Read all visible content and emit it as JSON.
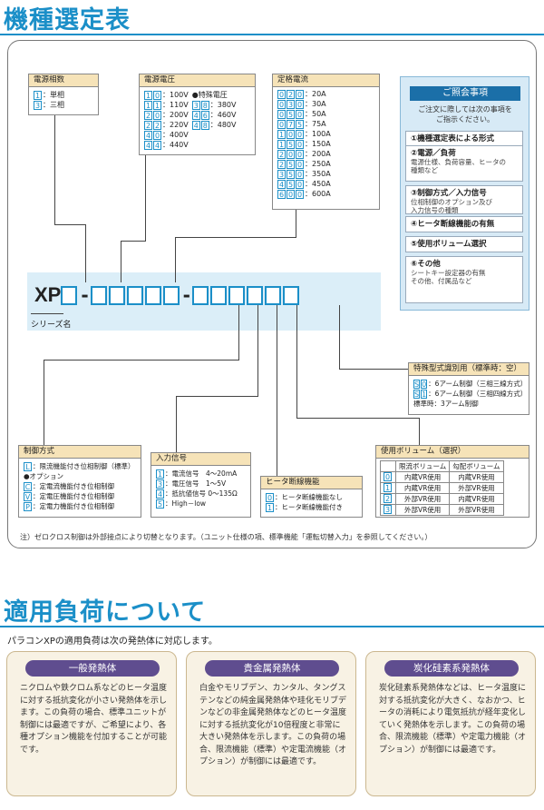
{
  "section1": {
    "title": "機種選定表"
  },
  "section2": {
    "title": "適用負荷について",
    "subtitle": "パラコンXPの適用負荷は次の発熱体に対応します。"
  },
  "model": {
    "prefix": "XP",
    "series_label": "シリーズ名"
  },
  "power_phase": {
    "title": "電源相数",
    "items": [
      {
        "code": "1",
        "label": "：単相"
      },
      {
        "code": "3",
        "label": "：三相"
      }
    ]
  },
  "voltage": {
    "title": "電源電圧",
    "items": [
      {
        "code1": "1",
        "code2": "0",
        "label": "：100V"
      },
      {
        "code1": "1",
        "code2": "1",
        "label": "：110V"
      },
      {
        "code1": "2",
        "code2": "0",
        "label": "：200V"
      },
      {
        "code1": "2",
        "code2": "2",
        "label": "：220V"
      },
      {
        "code1": "4",
        "code2": "0",
        "label": "：400V"
      },
      {
        "code1": "4",
        "code2": "4",
        "label": "：440V"
      }
    ],
    "special_title": "●特殊電圧",
    "special_items": [
      {
        "code1": "3",
        "code2": "8",
        "label": "：380V"
      },
      {
        "code1": "4",
        "code2": "6",
        "label": "：460V"
      },
      {
        "code1": "4",
        "code2": "8",
        "label": "：480V"
      }
    ]
  },
  "current": {
    "title": "定格電流",
    "items": [
      {
        "c": "020",
        "label": "：20A"
      },
      {
        "c": "030",
        "label": "：30A"
      },
      {
        "c": "050",
        "label": "：50A"
      },
      {
        "c": "075",
        "label": "：75A"
      },
      {
        "c": "100",
        "label": "：100A"
      },
      {
        "c": "150",
        "label": "：150A"
      },
      {
        "c": "200",
        "label": "：200A"
      },
      {
        "c": "250",
        "label": "：250A"
      },
      {
        "c": "350",
        "label": "：350A"
      },
      {
        "c": "450",
        "label": "：450A"
      },
      {
        "c": "600",
        "label": "：600A"
      }
    ]
  },
  "contact": {
    "title": "ご照会事項",
    "intro": "ご注文に際しては次の事項を\nご指示ください。",
    "items": [
      {
        "t": "①機種選定表による形式",
        "s": ""
      },
      {
        "t": "②電源／負荷",
        "s": "電源仕様、負荷容量、ヒータの\n種類など"
      },
      {
        "t": "③制御方式／入力信号",
        "s": "位相制御のオプション及び\n入力信号の種類"
      },
      {
        "t": "④ヒータ断線機能の有無",
        "s": ""
      },
      {
        "t": "⑤使用ボリューム選択",
        "s": ""
      },
      {
        "t": "⑥その他",
        "s": "シートキー設定器の有無\nその他、付属品など"
      }
    ]
  },
  "special": {
    "title": "特殊型式識別用（標準時：空）",
    "items": [
      {
        "c1": "S",
        "c2": "0",
        "label": "：6アーム制御（三相三線方式）"
      },
      {
        "c1": "S",
        "c2": "1",
        "label": "：6アーム制御（三相四線方式）"
      }
    ],
    "standard": "標準時：3アーム制御"
  },
  "control": {
    "title": "制御方式",
    "std": {
      "code": "L",
      "label": "：限流機能付き位相制御（標準）"
    },
    "opt_title": "●オプション",
    "opts": [
      {
        "code": "C",
        "label": "：定電流機能付き位相制御"
      },
      {
        "code": "V",
        "label": "：定電圧機能付き位相制御"
      },
      {
        "code": "P",
        "label": "：定電力機能付き位相制御"
      }
    ]
  },
  "input": {
    "title": "入力信号",
    "items": [
      {
        "code": "1",
        "label": "：電流信号　4〜20mA"
      },
      {
        "code": "3",
        "label": "：電圧信号　1〜5V"
      },
      {
        "code": "4",
        "label": "：抵抗値信号 0〜135Ω"
      },
      {
        "code": "5",
        "label": "：High－low"
      }
    ]
  },
  "heater": {
    "title": "ヒータ断線機能",
    "items": [
      {
        "code": "0",
        "label": "：ヒータ断線機能なし"
      },
      {
        "code": "1",
        "label": "：ヒータ断線機能付き"
      }
    ]
  },
  "volume": {
    "title": "使用ボリューム（選択）",
    "headers": [
      "",
      "限流ボリューム",
      "勾配ボリューム"
    ],
    "rows": [
      {
        "code": "0",
        "a": "内蔵VR使用",
        "b": "内蔵VR使用"
      },
      {
        "code": "1",
        "a": "内蔵VR使用",
        "b": "外部VR使用"
      },
      {
        "code": "2",
        "a": "外部VR使用",
        "b": "内蔵VR使用"
      },
      {
        "code": "3",
        "a": "外部VR使用",
        "b": "外部VR使用"
      }
    ]
  },
  "note": "注）ゼロクロス制御は外部接点により切替となります。（ユニット仕様の項、標準機能「運転切替入力」を参照してください。）",
  "cards": [
    {
      "title": "一般発熱体",
      "text": "ニクロムや鉄クロム系などのヒータ温度に対する抵抗変化が小さい発熱体を示します。この負荷の場合、標準ユニットが制御には最適ですが、ご希望により、各種オプション機能を付加することが可能です。"
    },
    {
      "title": "貴金属発熱体",
      "text": "白金やモリブデン、カンタル、タングステンなどの純金属発熱体や珪化モリブデンなどの非金属発熱体などのヒータ温度に対する抵抗変化が10倍程度と非常に大きい発熱体を示します。この負荷の場合、限流機能（標準）や定電流機能（オプション）が制御には最適です。"
    },
    {
      "title": "炭化硅素系発熱体",
      "text": "炭化硅素系発熱体などは、ヒータ温度に対する抵抗変化が大きく、なおかつ、ヒータの消耗により電気抵抗が経年変化していく発熱体を示します。この負荷の場合、限流機能（標準）や定電力機能（オプション）が制御には最適です。"
    }
  ]
}
